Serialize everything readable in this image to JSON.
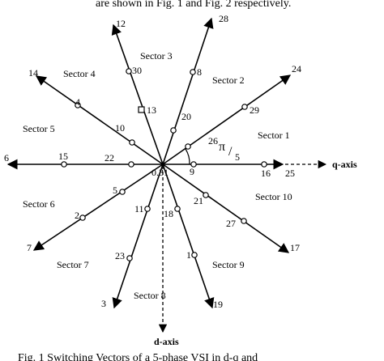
{
  "header_text": "are shown in Fig. 1 and Fig. 2 respectively.",
  "caption_text": "Fig. 1 Switching Vectors of a 5-phase VSI in d-q and",
  "q_axis_label": "q-axis",
  "d_axis_label": "d-axis",
  "angle_label": {
    "symbol": "π",
    "slash": "/",
    "denominator": "5"
  },
  "inner_radius_label": "0.31",
  "sectors": [
    "Sector 1",
    "Sector 2",
    "Sector 3",
    "Sector 4",
    "Sector 5",
    "Sector 6",
    "Sector 7",
    "Sector 8",
    "Sector 9",
    "Sector 10"
  ],
  "outer_vector_labels": [
    "25",
    "24",
    "28",
    "12",
    "14",
    "6",
    "7",
    "3",
    "19",
    "17"
  ],
  "middle_vector_labels": [
    "16",
    "29",
    "8",
    "30",
    "4",
    "15",
    "2",
    "23",
    "1",
    "27"
  ],
  "inner_vector_labels": [
    "9",
    "26",
    "20",
    "13",
    "10",
    "22",
    "5",
    "11",
    "18",
    "21"
  ]
}
